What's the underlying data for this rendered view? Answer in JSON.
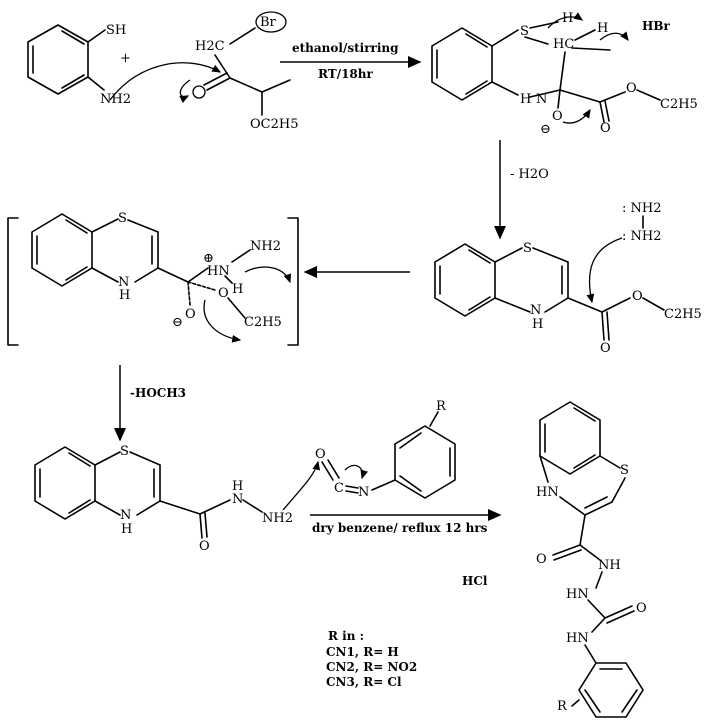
{
  "reagent1": {
    "sh": "SH",
    "nh2": "NH2",
    "plus": "+"
  },
  "reagent2": {
    "ch2": "H2C",
    "br": "Br",
    "oet": "OC2H5"
  },
  "step1": {
    "cond_top": "ethanol/stirring",
    "cond_bottom": "RT/18hr"
  },
  "inter1": {
    "s": "S",
    "h1": "H",
    "h2": "H",
    "hc": "HC",
    "nh": "H",
    "nh_n": "N",
    "o": "O",
    "minus": "⊖",
    "oet": "C2H5",
    "hbr": "HBr"
  },
  "step2": {
    "label": "- H2O"
  },
  "hydrazine": {
    "nh2a": ": NH2",
    "nh2b": ": NH2"
  },
  "inter2": {
    "s": "S",
    "n": "N",
    "h": "H",
    "oet": "C2H5"
  },
  "inter3": {
    "s": "S",
    "n": "N",
    "h": "H",
    "plus": "⊕",
    "hn": "HN",
    "nh2": "NH2",
    "hh": "H",
    "o": "O",
    "minus": "⊖",
    "oet": "C2H5"
  },
  "step4": {
    "label": "-HOCH3"
  },
  "hydrazide": {
    "s": "S",
    "n": "N",
    "h": "H",
    "nh": "H",
    "nh_n": "N",
    "nh2": "NH2",
    "o": "O"
  },
  "isocyanate": {
    "o": "O",
    "c": "C",
    "n": "N",
    "r": "R"
  },
  "step5": {
    "cond": "dry benzene/ reflux 12 hrs"
  },
  "product": {
    "s": "S",
    "hn1": "HN",
    "nh": "NH",
    "hn2": "HN",
    "o1": "O",
    "o2": "O",
    "hn3": "HN",
    "r": "R",
    "hcl": "HCl"
  },
  "legend": {
    "title": "R in :",
    "items": [
      "CN1, R= H",
      "CN2, R= NO2",
      "CN3, R= Cl"
    ]
  }
}
